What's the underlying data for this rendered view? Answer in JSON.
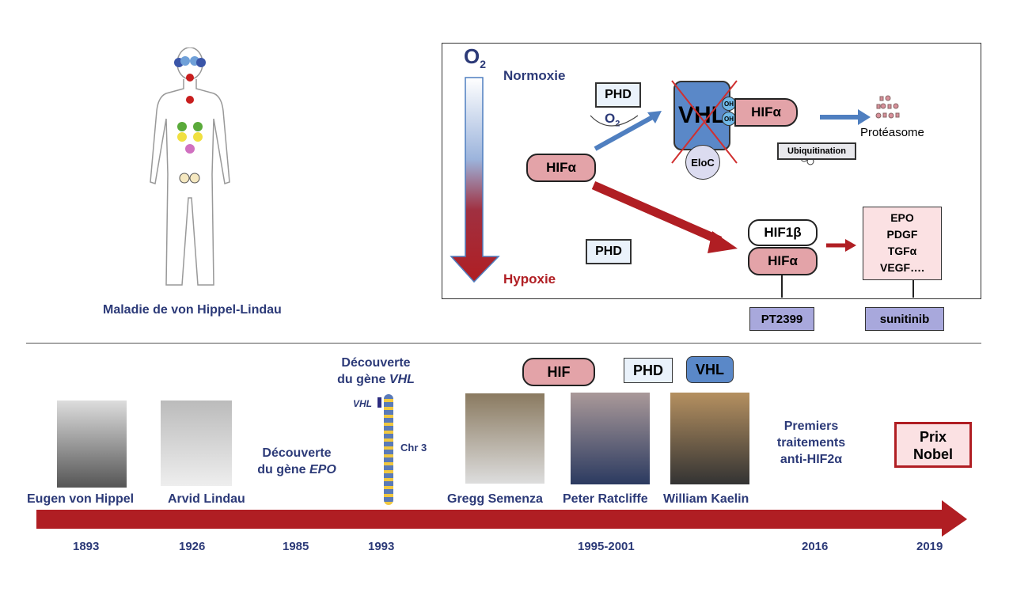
{
  "left": {
    "caption": "Maladie de von Hippel-Lindau"
  },
  "mech": {
    "o2": "O",
    "o2_sub": "2",
    "normoxie": "Normoxie",
    "hypoxie": "Hypoxie",
    "phd_top": "PHD",
    "o2_arrow": "O",
    "o2_arrow_sub": "2",
    "vhl": "VHL",
    "oh1": "OH",
    "oh2": "OH",
    "hif_bound": "HIFα",
    "eloc": "EloC",
    "ubiquitination": "Ubiquitination",
    "proteasome": "Protéasome",
    "hif_center": "HIFα",
    "phd_bottom": "PHD",
    "hif1b": "HIF1β",
    "hif_hyp": "HIFα",
    "targets": [
      "EPO",
      "PDGF",
      "TGFα",
      "VEGF…."
    ],
    "pt2399": "PT2399",
    "sunitinib": "sunitinib"
  },
  "timeline": {
    "labels": {
      "hif": "HIF",
      "phd": "PHD",
      "vhl": "VHL"
    },
    "people": [
      {
        "name": "Eugen von Hippel",
        "year": "1893"
      },
      {
        "name": "Arvid Lindau",
        "year": "1926"
      },
      {
        "name": "Gregg Semenza"
      },
      {
        "name": "Peter Ratcliffe"
      },
      {
        "name": "William Kaelin"
      }
    ],
    "epo": {
      "l1": "Découverte",
      "l2": "du gène ",
      "gene": "EPO",
      "year": "1985"
    },
    "vhl_disc": {
      "l1": "Découverte",
      "l2": "du gène ",
      "gene": "VHL",
      "year": "1993",
      "marker": "VHL",
      "chr": "Chr 3"
    },
    "year_1995": "1995-2001",
    "treat": {
      "l1": "Premiers",
      "l2": "traitements",
      "l3": "anti-HIF2α",
      "year": "2016"
    },
    "nobel": {
      "l1": "Prix",
      "l2": "Nobel",
      "year": "2019"
    }
  },
  "colors": {
    "navy": "#2c3a78",
    "red": "#b01e23",
    "blue": "#4f7fc0",
    "pink": "#e3a3a8"
  }
}
